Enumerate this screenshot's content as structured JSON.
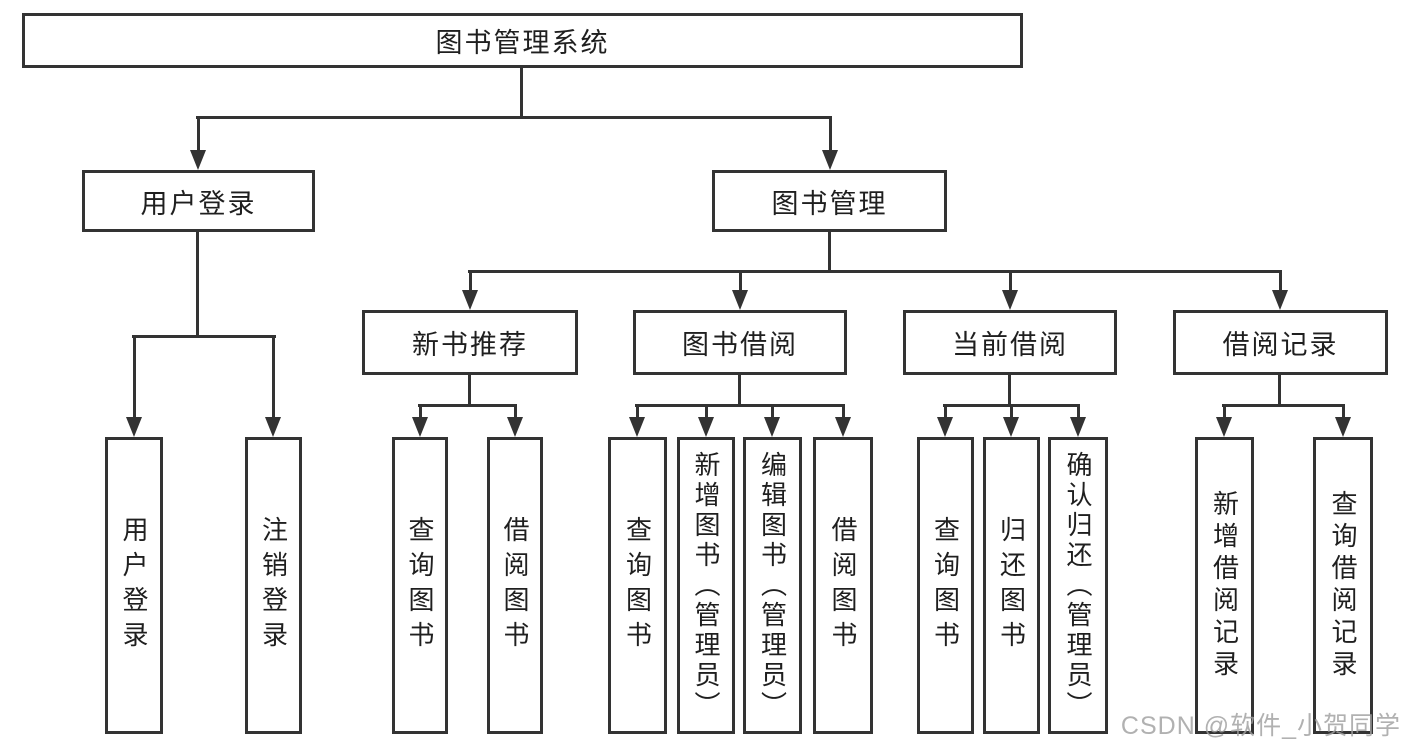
{
  "diagram_title": "图书管理系统",
  "tree": {
    "label": "图书管理系统",
    "children": [
      {
        "label": "用户登录",
        "children": [
          {
            "label": "用户登录"
          },
          {
            "label": "注销登录"
          }
        ]
      },
      {
        "label": "图书管理",
        "children": [
          {
            "label": "新书推荐",
            "children": [
              {
                "label": "查询图书"
              },
              {
                "label": "借阅图书"
              }
            ]
          },
          {
            "label": "图书借阅",
            "children": [
              {
                "label": "查询图书"
              },
              {
                "label": "新增图书（管理员）"
              },
              {
                "label": "编辑图书（管理员）"
              },
              {
                "label": "借阅图书"
              }
            ]
          },
          {
            "label": "当前借阅",
            "children": [
              {
                "label": "查询图书"
              },
              {
                "label": "归还图书"
              },
              {
                "label": "确认归还（管理员）"
              }
            ]
          },
          {
            "label": "借阅记录",
            "children": [
              {
                "label": "新增借阅记录"
              },
              {
                "label": "查询借阅记录"
              }
            ]
          }
        ]
      }
    ]
  },
  "watermark": {
    "text": "CSDN @软件_小贺同学"
  },
  "colors": {
    "line": "#333333",
    "box_border": "#333333",
    "text": "#1f1f1f",
    "background": "#ffffff",
    "watermark": "#a0a0a0"
  }
}
